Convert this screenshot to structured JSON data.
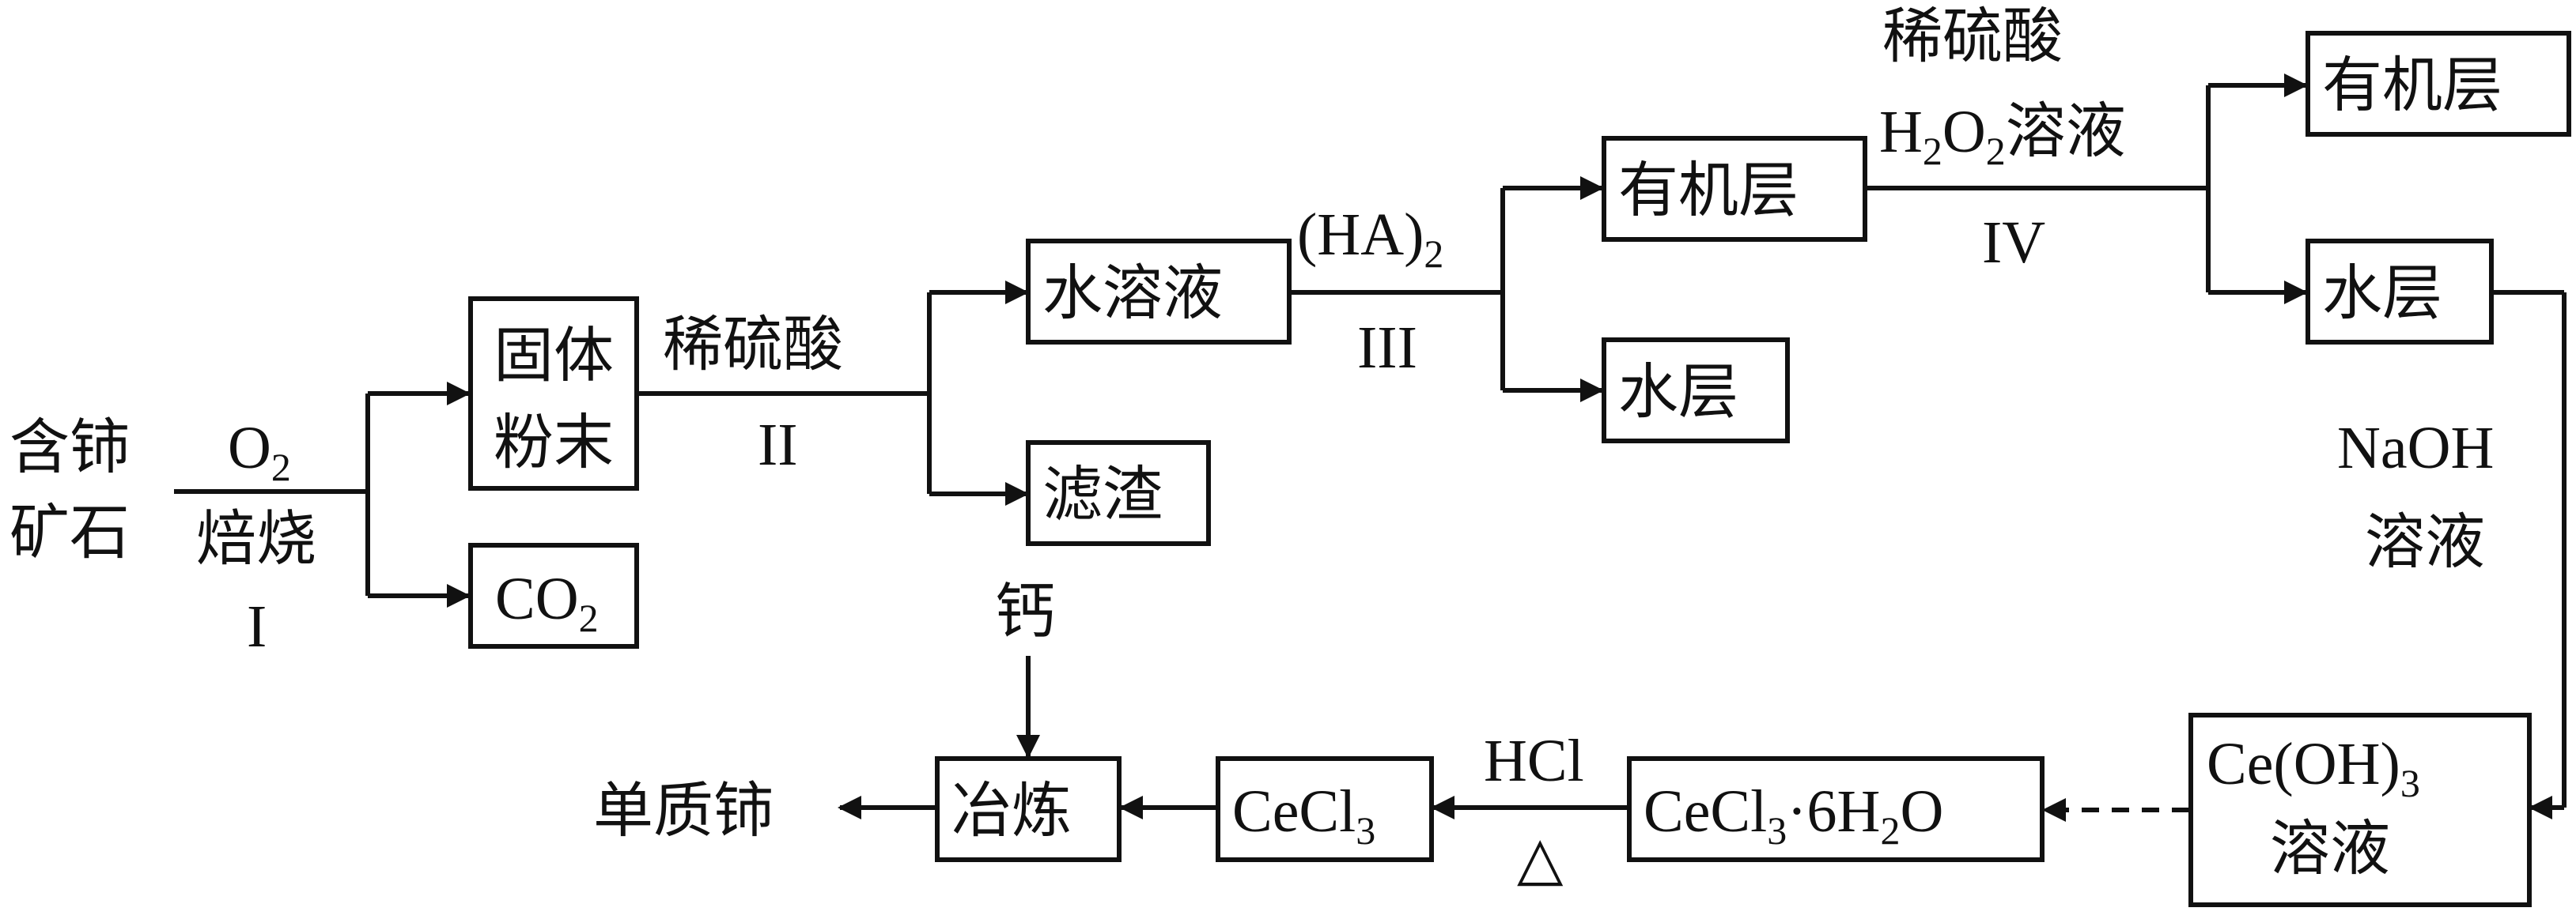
{
  "nodes": {
    "ore": [
      "含铈",
      "矿石"
    ],
    "solid": [
      "固体",
      "粉末"
    ],
    "co2": {
      "main": "CO",
      "sub": "2"
    },
    "aqueous": "水溶液",
    "residue": "滤渣",
    "organic1": "有机层",
    "water1": "水层",
    "organic2": "有机层",
    "water2": "水层",
    "ceoh3": {
      "main": "Ce(OH)",
      "sub": "3",
      "line2": "溶液"
    },
    "cecl3hyd": {
      "a": "CeCl",
      "sub1": "3",
      "b": "·6H",
      "sub2": "2",
      "c": "O"
    },
    "cecl3": {
      "main": "CeCl",
      "sub": "3"
    },
    "smelt": "冶炼",
    "product": "单质铈"
  },
  "conditions": {
    "step1_reagent": {
      "main": "O",
      "sub": "2"
    },
    "step1_action": "焙烧",
    "step1_label": "I",
    "step2_reagent": "稀硫酸",
    "step2_label": "II",
    "step3_reagent": {
      "main": "(HA)",
      "sub": "2"
    },
    "step3_label": "III",
    "step4_reagent1": "稀硫酸",
    "step4_reagent2": {
      "h": "H",
      "sub1": "2",
      "o": "O",
      "sub2": "2",
      "rest": "溶液"
    },
    "step4_label": "IV",
    "naoh_line1": "NaOH",
    "naoh_line2": "溶液",
    "hcl": "HCl",
    "heat": "△",
    "calcium": "钙"
  }
}
